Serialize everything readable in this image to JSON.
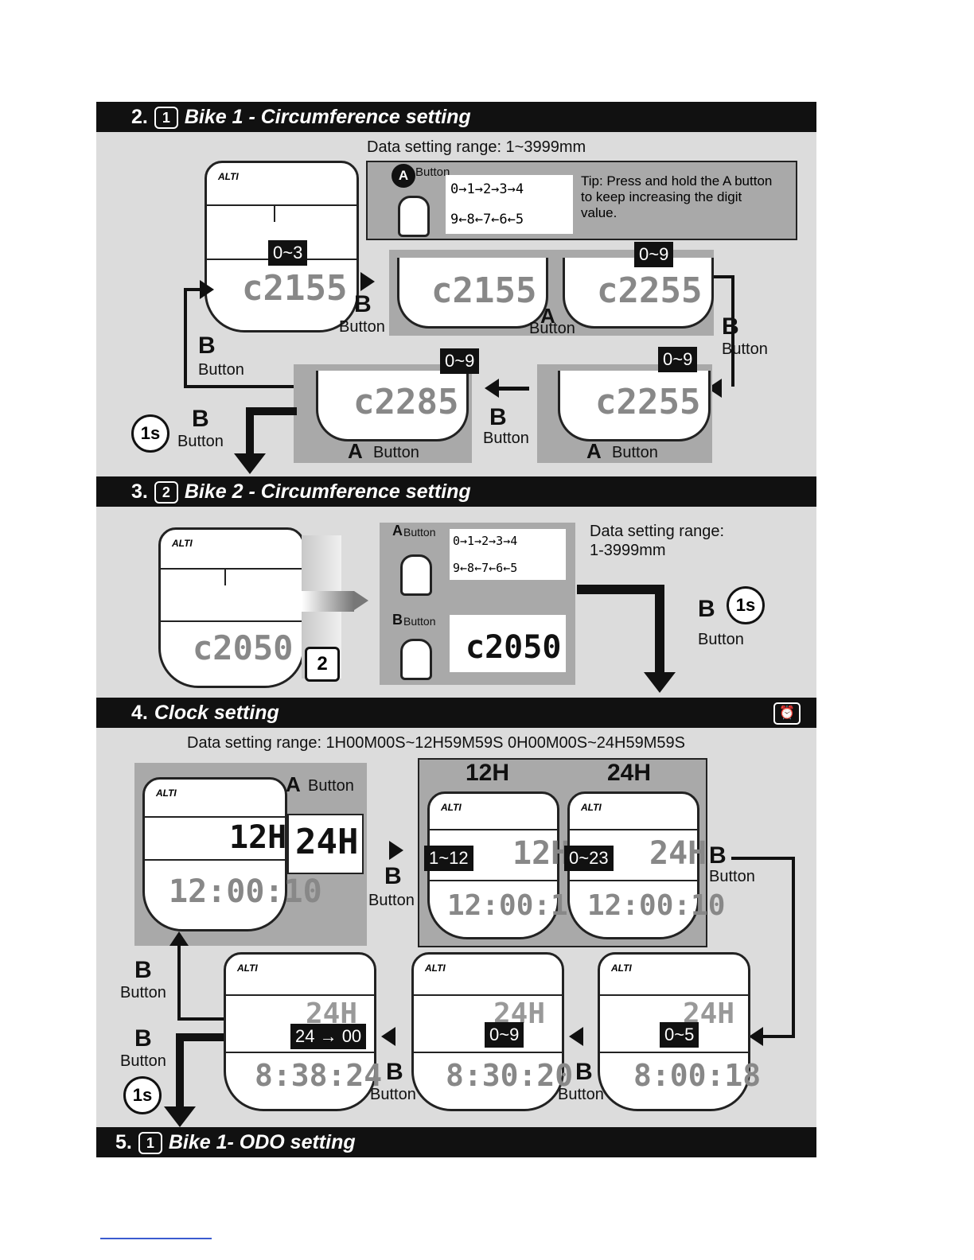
{
  "sections": {
    "s2": {
      "num": "2.",
      "badge": "1",
      "title": "Bike 1 - Circumference setting"
    },
    "s3": {
      "num": "3.",
      "badge": "2",
      "title": "Bike 2 - Circumference setting"
    },
    "s4": {
      "num": "4.",
      "title": "Clock setting"
    },
    "s5": {
      "num": "5.",
      "badge": "1",
      "title": "Bike 1- ODO setting"
    }
  },
  "s2": {
    "range": "Data setting range: 1~3999mm",
    "tip_button": "Button",
    "tip_letter": "A",
    "seq_top": "0→1→2→3→4",
    "seq_bottom": "9←8←7←6←5",
    "tip": "Tip: Press and hold the A button to keep increasing the digit value.",
    "pill_03": "0~3",
    "pill_09a": "0~9",
    "pill_09b": "0~9",
    "pill_09c": "0~9",
    "lcd1": "c2155",
    "lcd2": "c2155",
    "lcd3": "c2255",
    "lcd4": "c2285",
    "lcd5": "c2255",
    "b": "B",
    "a": "A",
    "button": "Button",
    "alti": "ALTI",
    "clock": "1s"
  },
  "s3": {
    "range_l1": "Data setting range:",
    "range_l2": "1-3999mm",
    "lcd_main": "c2050",
    "lcd_b": "c2050",
    "seq_top": "0→1→2→3→4",
    "seq_bottom": "9←8←7←6←5",
    "badge": "2"
  },
  "s4": {
    "range": "Data setting range: 1H00M00S~12H59M59S    0H00M00S~24H59M59S",
    "h12": "12H",
    "h24": "24H",
    "lcd_12h": "12H",
    "lcd_24h": "24H",
    "time": "12:00:10",
    "pill_112": "1~12",
    "pill_023": "0~23",
    "pill_05": "0~5",
    "pill_09": "0~9",
    "pill_24": "24 → 00",
    "lcd_b1": "8:00:18",
    "lcd_b2": "8:30:20",
    "lcd_b3": "8:38:24",
    "hr1": "24H",
    "hr2": "24H",
    "hr3": "24H"
  }
}
